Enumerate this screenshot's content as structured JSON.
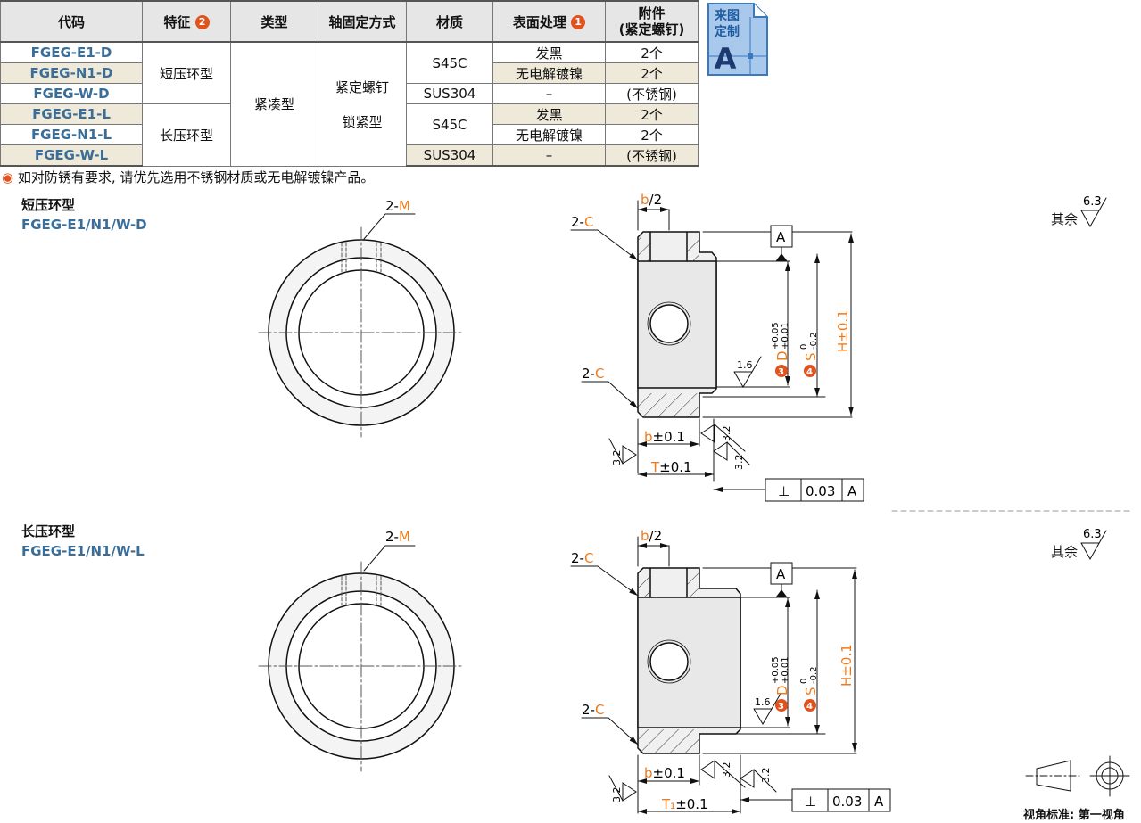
{
  "table": {
    "headers": [
      "代码",
      "特征",
      "类型",
      "轴固定方式",
      "材质",
      "表面处理",
      "附件",
      "(紧定螺钉)"
    ],
    "header_marks": {
      "feature": "2",
      "surface": "1"
    },
    "codes": [
      "FGEG-E1-D",
      "FGEG-N1-D",
      "FGEG-W-D",
      "FGEG-E1-L",
      "FGEG-N1-L",
      "FGEG-W-L"
    ],
    "feature": [
      "短压环型",
      "长压环型"
    ],
    "type": "紧凑型",
    "fix": [
      "紧定螺钉",
      "锁紧型"
    ],
    "material": [
      "S45C",
      "SUS304",
      "S45C",
      "SUS304"
    ],
    "surface": [
      "发黑",
      "无电解镀镍",
      "–",
      "发黑",
      "无电解镀镍",
      "–"
    ],
    "accessory": [
      "2个",
      "2个",
      "(不锈钢)",
      "2个",
      "2个",
      "(不锈钢)"
    ]
  },
  "badge": {
    "line1": "来图",
    "line2": "定制",
    "letter": "A"
  },
  "note": "如对防锈有要求, 请优先选用不锈钢材质或无电解镀镍产品。",
  "sections": [
    {
      "title": "短压环型",
      "codes": "FGEG-E1/N1/W-D"
    },
    {
      "title": "长压环型",
      "codes": "FGEG-E1/N1/W-L"
    }
  ],
  "dims": {
    "m_prefix": "2-",
    "m": "M",
    "c": "C",
    "b_half": "b",
    "half": "/2",
    "datum": "A",
    "d": "D",
    "d_tol_up": "+0.05",
    "d_tol_lo": "+0.01",
    "s": "S",
    "s_tol_up": "0",
    "s_tol_lo": "-0.2",
    "h": "H±0.1",
    "b": "b",
    "b_tol": "±0.1",
    "t": "T",
    "t1": "T₁",
    "t_tol": "±0.1",
    "r16": "1.6",
    "r32": "3.2",
    "perp": "⊥",
    "perp_val": "0.03",
    "mark3": "3",
    "mark4": "4"
  },
  "roughness": {
    "label": "其余",
    "value": "6.3"
  },
  "view_standard": "视角标准: 第一视角"
}
